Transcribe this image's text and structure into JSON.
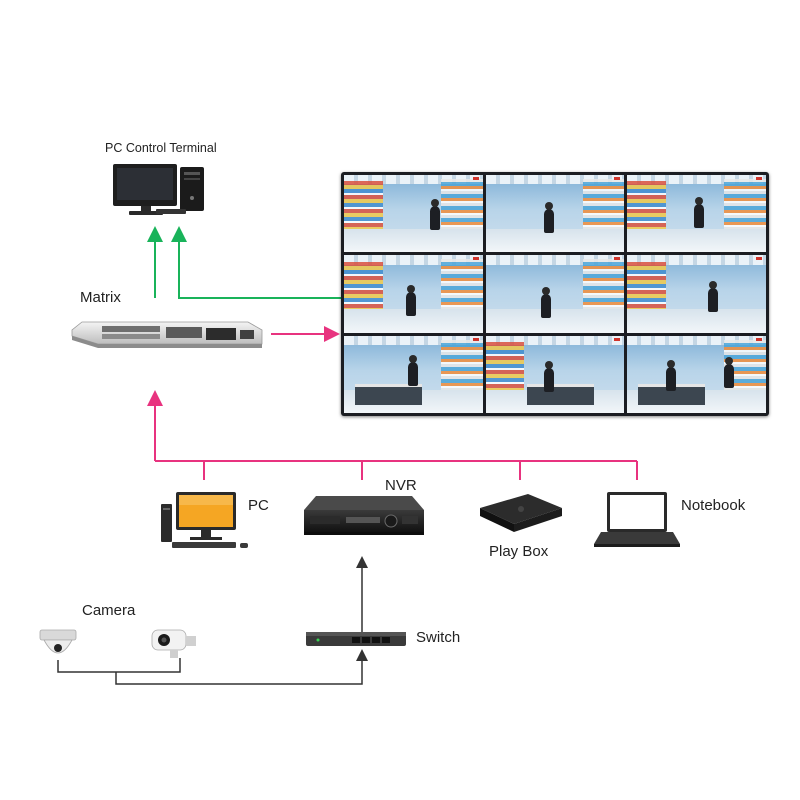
{
  "labels": {
    "pc_control_terminal": "PC Control Terminal",
    "matrix": "Matrix",
    "pc": "PC",
    "nvr": "NVR",
    "play_box": "Play Box",
    "notebook": "Notebook",
    "camera": "Camera",
    "switch": "Switch"
  },
  "colors": {
    "control_link": "#19b35a",
    "video_link": "#e8337f",
    "network_link": "#333333",
    "background": "#ffffff"
  },
  "icons": {
    "pc_control_terminal": "desktop-computer-icon",
    "matrix": "rack-matrix-device-icon",
    "video_wall": "video-wall-icon",
    "pc": "desktop-pc-icon",
    "nvr": "nvr-recorder-icon",
    "play_box": "tv-box-icon",
    "notebook": "laptop-icon",
    "camera_dome": "dome-camera-icon",
    "camera_bullet": "bullet-camera-icon",
    "switch": "network-switch-icon"
  },
  "video_wall": {
    "rows": 3,
    "columns": 3
  }
}
